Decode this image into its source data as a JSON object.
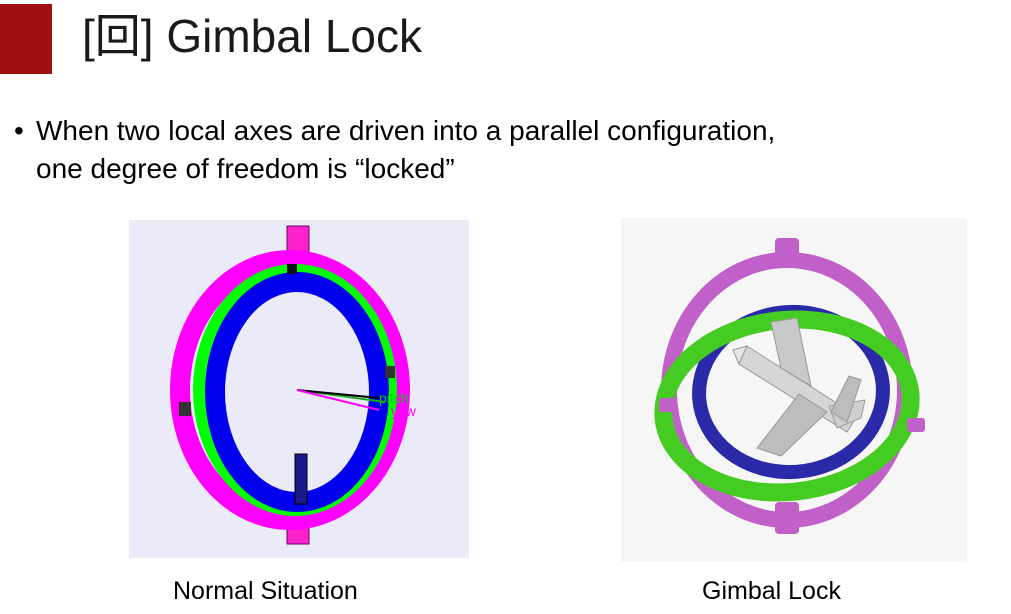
{
  "slide": {
    "title": "[回] Gimbal Lock",
    "bullet_line1": "When two local axes are driven into a parallel configuration,",
    "bullet_line2": "one degree of freedom is “locked”",
    "bullet_marker": "•"
  },
  "figures": {
    "left": {
      "caption": "Normal Situation",
      "label_pitch": "pitch",
      "label_yaw": "yaw"
    },
    "right": {
      "caption": "Gimbal Lock"
    }
  },
  "colors": {
    "accent": "#a00f0f",
    "ring_magenta": "#ff00ff",
    "ring_green": "#00ff00",
    "ring_blue": "#0000ee",
    "ring_pink_3d": "#c060c8",
    "ring_green_3d": "#44cc22",
    "ring_blue_3d": "#2a2aa8"
  }
}
